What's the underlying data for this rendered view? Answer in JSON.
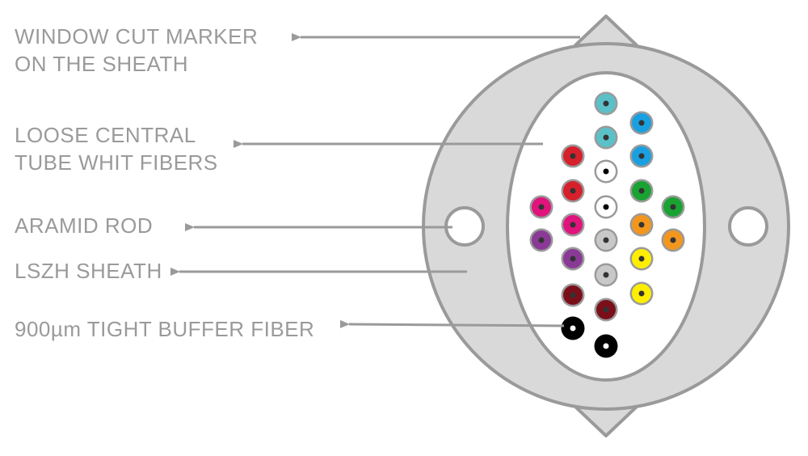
{
  "labels": {
    "window_cut_line1": "WINDOW CUT MARKER",
    "window_cut_line2": "ON THE SHEATH",
    "loose_tube_line1": "LOOSE CENTRAL",
    "loose_tube_line2": "TUBE WHIT FIBERS",
    "aramid_rod": "ARAMID ROD",
    "lszh_sheath": "LSZH SHEATH",
    "tight_buffer": "900µm TIGHT BUFFER FIBER"
  },
  "colors": {
    "text": "#9a9a9a",
    "sheath_fill": "#d9d9d9",
    "sheath_stroke": "#9a9a9a",
    "tube_fill": "#ffffff",
    "arrow": "#9a9a9a"
  },
  "fibers": [
    {
      "color": "#5bc0c8"
    },
    {
      "color": "#1aa0e0"
    },
    {
      "color": "#5bc0c8"
    },
    {
      "color": "#1aa0e0"
    },
    {
      "color": "#d6202c"
    },
    {
      "color": "#ffffff"
    },
    {
      "color": "#d6202c"
    },
    {
      "color": "#1aa332"
    },
    {
      "color": "#e0147c"
    },
    {
      "color": "#ffffff"
    },
    {
      "color": "#1aa332"
    },
    {
      "color": "#e0147c"
    },
    {
      "color": "#f2961e"
    },
    {
      "color": "#8a3a96"
    },
    {
      "color": "#c8c8c8"
    },
    {
      "color": "#f2961e"
    },
    {
      "color": "#8a3a96"
    },
    {
      "color": "#ffee00"
    },
    {
      "color": "#c8c8c8"
    },
    {
      "color": "#7a0f1a"
    },
    {
      "color": "#ffee00"
    },
    {
      "color": "#7a0f1a"
    },
    {
      "color": "#000000"
    },
    {
      "color": "#000000"
    }
  ]
}
